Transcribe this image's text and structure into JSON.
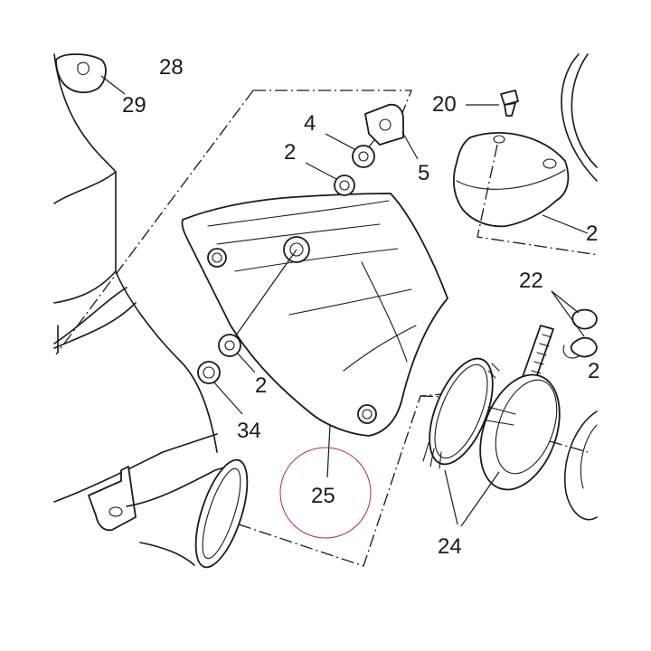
{
  "diagram": {
    "callouts": [
      {
        "id": "28",
        "label": "28"
      },
      {
        "id": "29",
        "label": "29"
      },
      {
        "id": "20",
        "label": "20"
      },
      {
        "id": "4",
        "label": "4"
      },
      {
        "id": "2a",
        "label": "2"
      },
      {
        "id": "5",
        "label": "5"
      },
      {
        "id": "2b",
        "label": "2"
      },
      {
        "id": "34",
        "label": "34"
      },
      {
        "id": "25",
        "label": "25"
      },
      {
        "id": "22",
        "label": "22"
      },
      {
        "id": "24",
        "label": "24"
      },
      {
        "id": "21",
        "label": "2"
      },
      {
        "id": "23",
        "label": "2"
      }
    ],
    "highlight_color": "#b03040"
  }
}
